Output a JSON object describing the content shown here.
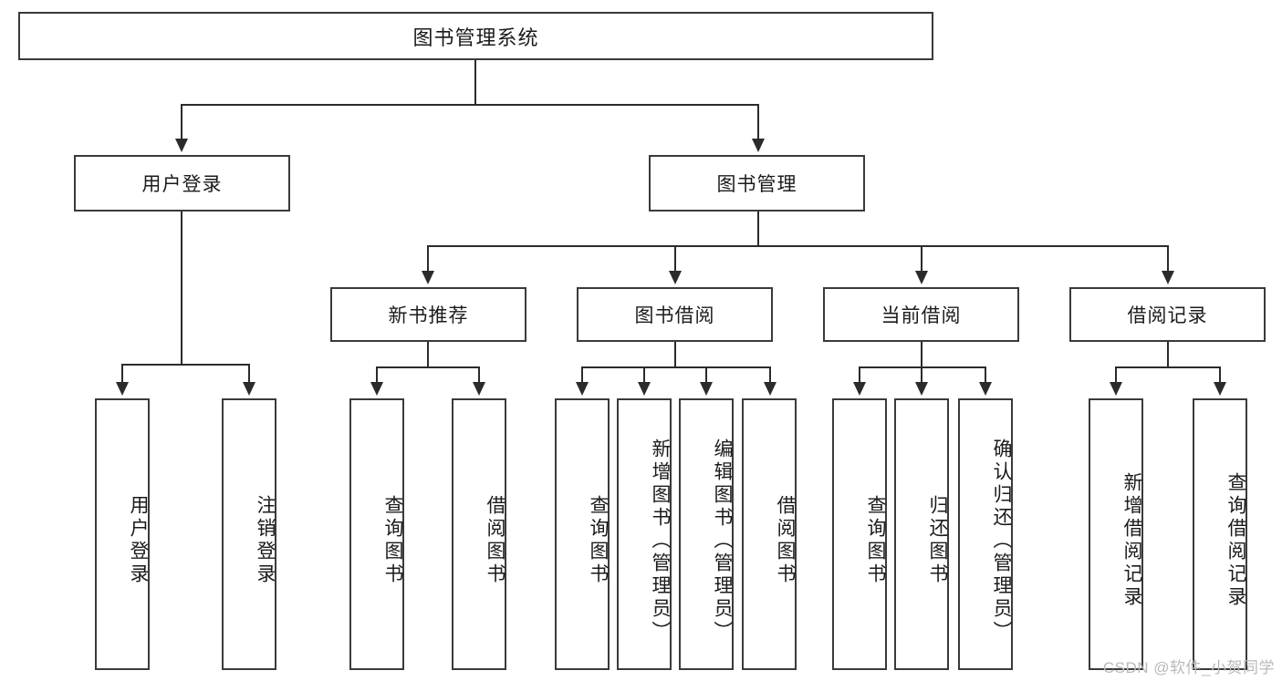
{
  "diagram": {
    "title": "图书管理系统",
    "type": "tree-hierarchy-chart",
    "orientation": "top-down",
    "colors": {
      "box_border": "#3a3a3a",
      "connector": "#2b2b2b",
      "background": "#ffffff",
      "text": "#1b1b1b",
      "watermark": "#b9b9b9"
    }
  },
  "root": {
    "label": "图书管理系统"
  },
  "level2": [
    {
      "label": "用户登录"
    },
    {
      "label": "图书管理"
    }
  ],
  "level3": [
    {
      "label": "新书推荐"
    },
    {
      "label": "图书借阅"
    },
    {
      "label": "当前借阅"
    },
    {
      "label": "借阅记录"
    }
  ],
  "leaves": {
    "user_login": [
      {
        "label": "用户登录"
      },
      {
        "label": "注销登录"
      }
    ],
    "new_book_recommend": [
      {
        "label": "查询图书"
      },
      {
        "label": "借阅图书"
      }
    ],
    "book_borrow": [
      {
        "label": "查询图书"
      },
      {
        "label": "新增图书（管理员）"
      },
      {
        "label": "编辑图书（管理员）"
      },
      {
        "label": "借阅图书"
      }
    ],
    "current_borrow": [
      {
        "label": "查询图书"
      },
      {
        "label": "归还图书"
      },
      {
        "label": "确认归还（管理员）"
      }
    ],
    "borrow_record": [
      {
        "label": "新增借阅记录"
      },
      {
        "label": "查询借阅记录"
      }
    ]
  },
  "watermark": {
    "text": "CSDN @软件_小贺同学"
  }
}
